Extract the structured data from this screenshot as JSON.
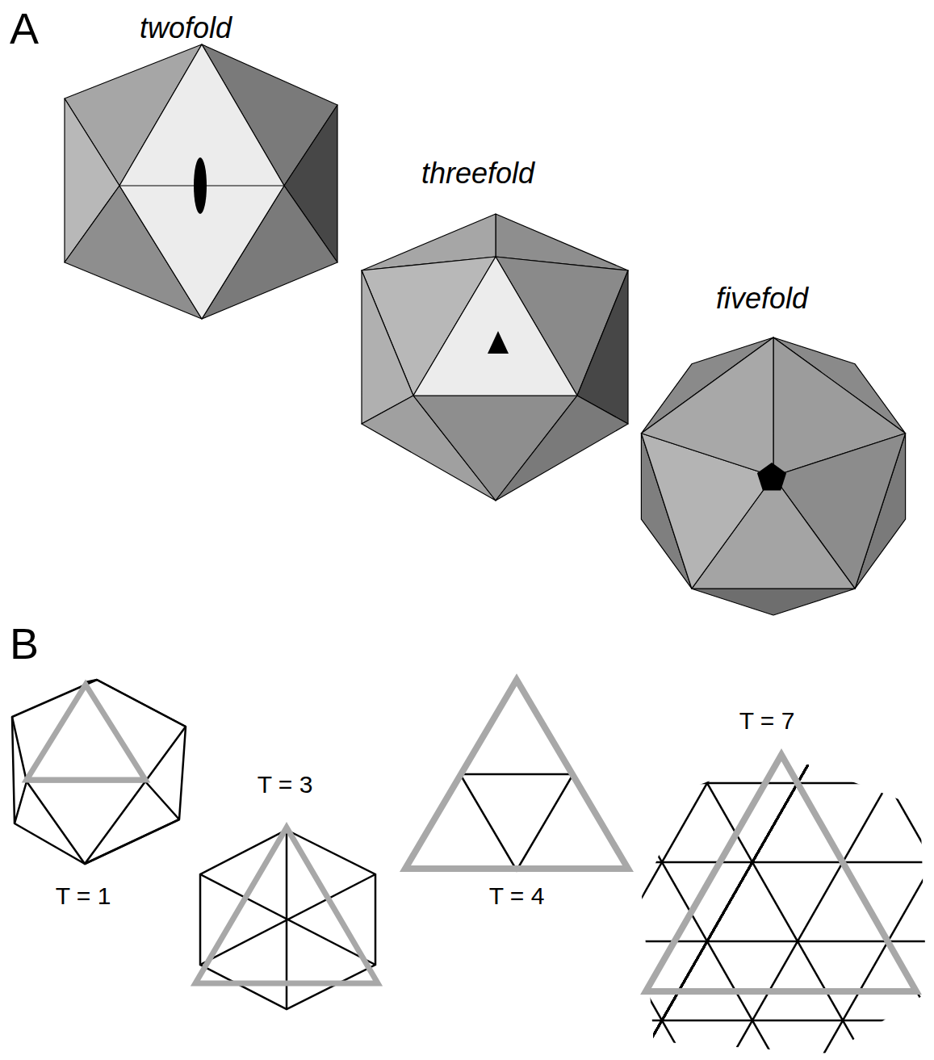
{
  "diagram": {
    "labels": [
      "A",
      "twofold",
      "threefold",
      "fivefold",
      "B",
      "T = 1",
      "T = 3",
      "T = 4",
      "T = 7"
    ]
  }
}
